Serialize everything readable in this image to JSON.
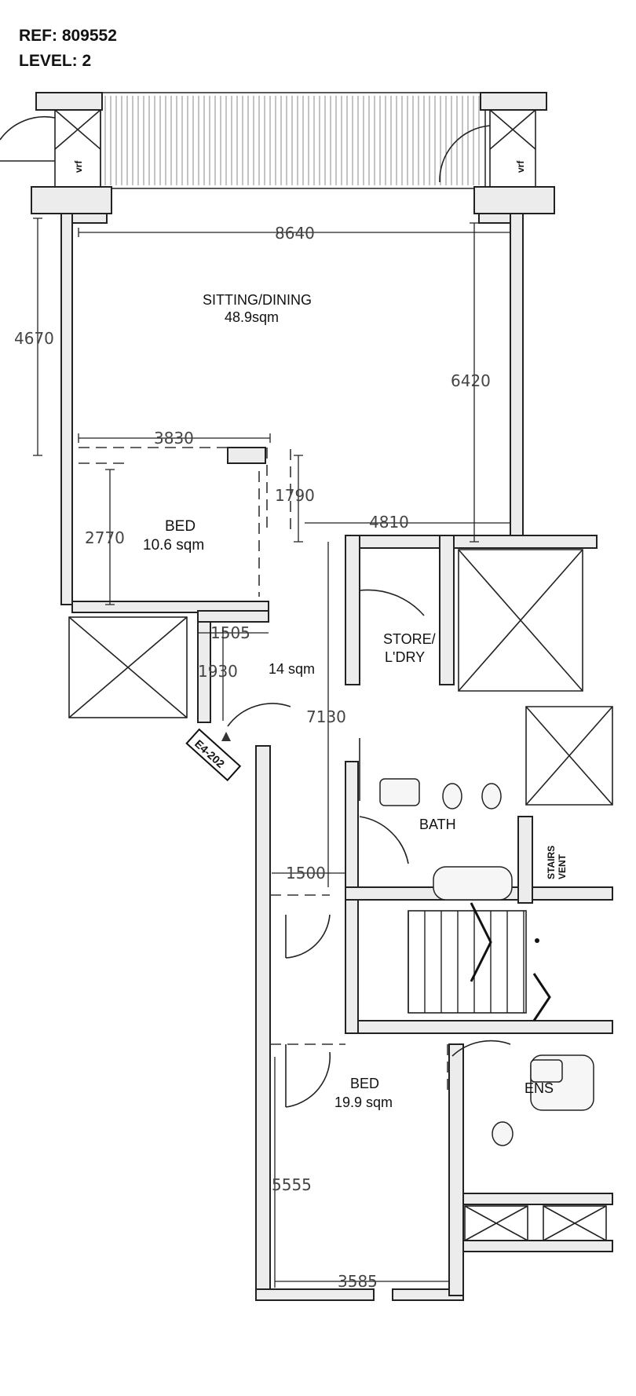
{
  "header": {
    "ref": "REF:  809552",
    "level": "LEVEL: 2"
  },
  "rooms": {
    "sitting": {
      "name": "SITTING/DINING",
      "area": "48.9sqm"
    },
    "bed1": {
      "name": "BED",
      "area": "10.6 sqm"
    },
    "hall": {
      "area": "14 sqm"
    },
    "store": {
      "line1": "STORE/",
      "line2": "L'DRY"
    },
    "bath": {
      "name": "BATH"
    },
    "bed2": {
      "name": "BED",
      "area": "19.9 sqm"
    },
    "ens": {
      "name": "ENS"
    }
  },
  "labels": {
    "vrf": "vrf",
    "unit": "E4-202",
    "stairs_vent_1": "STAIRS",
    "stairs_vent_2": "VENT"
  },
  "dims": {
    "d8640": "8640",
    "d4670": "4670",
    "d6420": "6420",
    "d3830": "3830",
    "d1790": "1790",
    "d4810": "4810",
    "d2770": "2770",
    "d1505": "1505",
    "d1930": "1930",
    "d7130": "7130",
    "d1500": "1500",
    "d5555": "5555",
    "d3585": "3585"
  }
}
